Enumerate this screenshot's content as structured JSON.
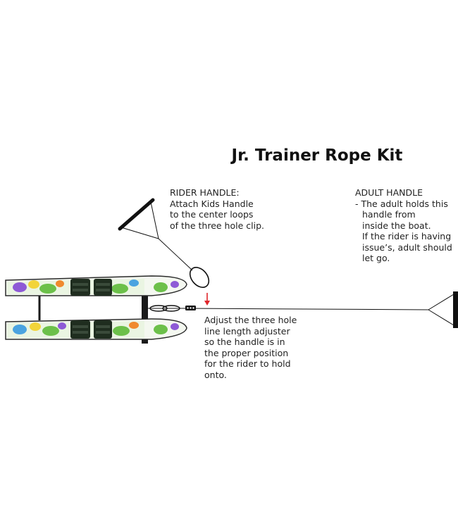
{
  "title": "Jr. Trainer Rope Kit",
  "rider_note": {
    "lines": [
      "RIDER HANDLE:",
      "Attach Kids Handle",
      "to the center loops",
      "of the three hole clip."
    ]
  },
  "adult_note": {
    "heading": "ADULT HANDLE",
    "lines": [
      "- The adult holds this",
      "handle from",
      "inside the boat.",
      "If the rider is having",
      "issue’s, adult should",
      "let go."
    ]
  },
  "adjust_note": {
    "lines": [
      "Adjust the three hole",
      "line length adjuster",
      "so the handle is in",
      "the proper position",
      "for the rider to hold",
      "onto."
    ]
  },
  "colors": {
    "line": "#111111",
    "arrow": "#e0262b",
    "ski_green": "#6cc04a",
    "ski_dark": "#1f2d1f",
    "ski_purple": "#8e5ad6",
    "ski_yellow": "#f2d43a",
    "ski_orange": "#f08a2e",
    "ski_blue": "#4aa3e0"
  }
}
